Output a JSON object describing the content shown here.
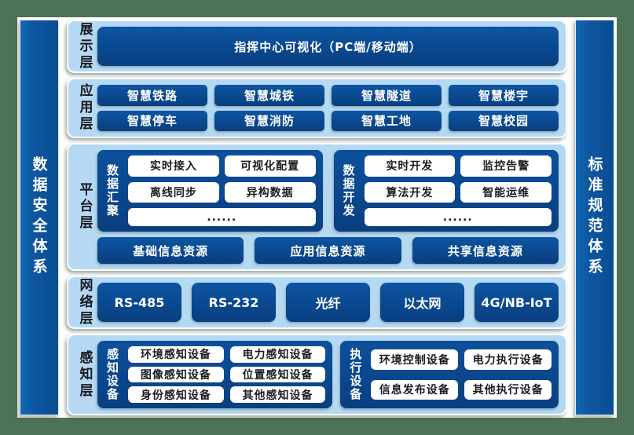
{
  "side_bars": {
    "left": "数据安全体系",
    "right": "标准规范体系"
  },
  "display_layer": {
    "label": "展示层",
    "main_box": "指挥中心可视化（PC端/移动端）"
  },
  "application_layer": {
    "label": "应用层",
    "items": [
      "智慧铁路",
      "智慧城铁",
      "智慧隧道",
      "智慧楼宇",
      "智慧停车",
      "智慧消防",
      "智慧工地",
      "智慧校园"
    ]
  },
  "platform_layer": {
    "label": "平台层",
    "data_aggregation": {
      "label": "数据汇聚",
      "items": [
        "实时接入",
        "可视化配置",
        "离线同步",
        "异构数据",
        "......"
      ]
    },
    "data_development": {
      "label": "数据开发",
      "items": [
        "实时开发",
        "监控告警",
        "算法开发",
        "智能运维",
        "......"
      ]
    },
    "resources": [
      "基础信息资源",
      "应用信息资源",
      "共享信息资源"
    ]
  },
  "network_layer": {
    "label": "网络层",
    "items": [
      "RS-485",
      "RS-232",
      "光纤",
      "以太网",
      "4G/NB-IoT"
    ]
  },
  "perception_layer": {
    "label": "感知层",
    "sensing_devices": {
      "label": "感知设备",
      "items": [
        "环境感知设备",
        "电力感知设备",
        "图像感知设备",
        "位置感知设备",
        "身份感知设备",
        "其他感知设备"
      ]
    },
    "execution_devices": {
      "label": "执行设备",
      "items": [
        "环境控制设备",
        "电力执行设备",
        "信息发布设备",
        "其他执行设备"
      ]
    }
  },
  "colors": {
    "background_green": "#4d7255",
    "panel_white": "#ffffff",
    "layer_light_blue": "#b5d9f2",
    "node_dark_blue": "#0a4a92",
    "pillar_blue": "#0d57a0",
    "text_dark": "#1b1b22",
    "text_light": "#ffffff"
  }
}
